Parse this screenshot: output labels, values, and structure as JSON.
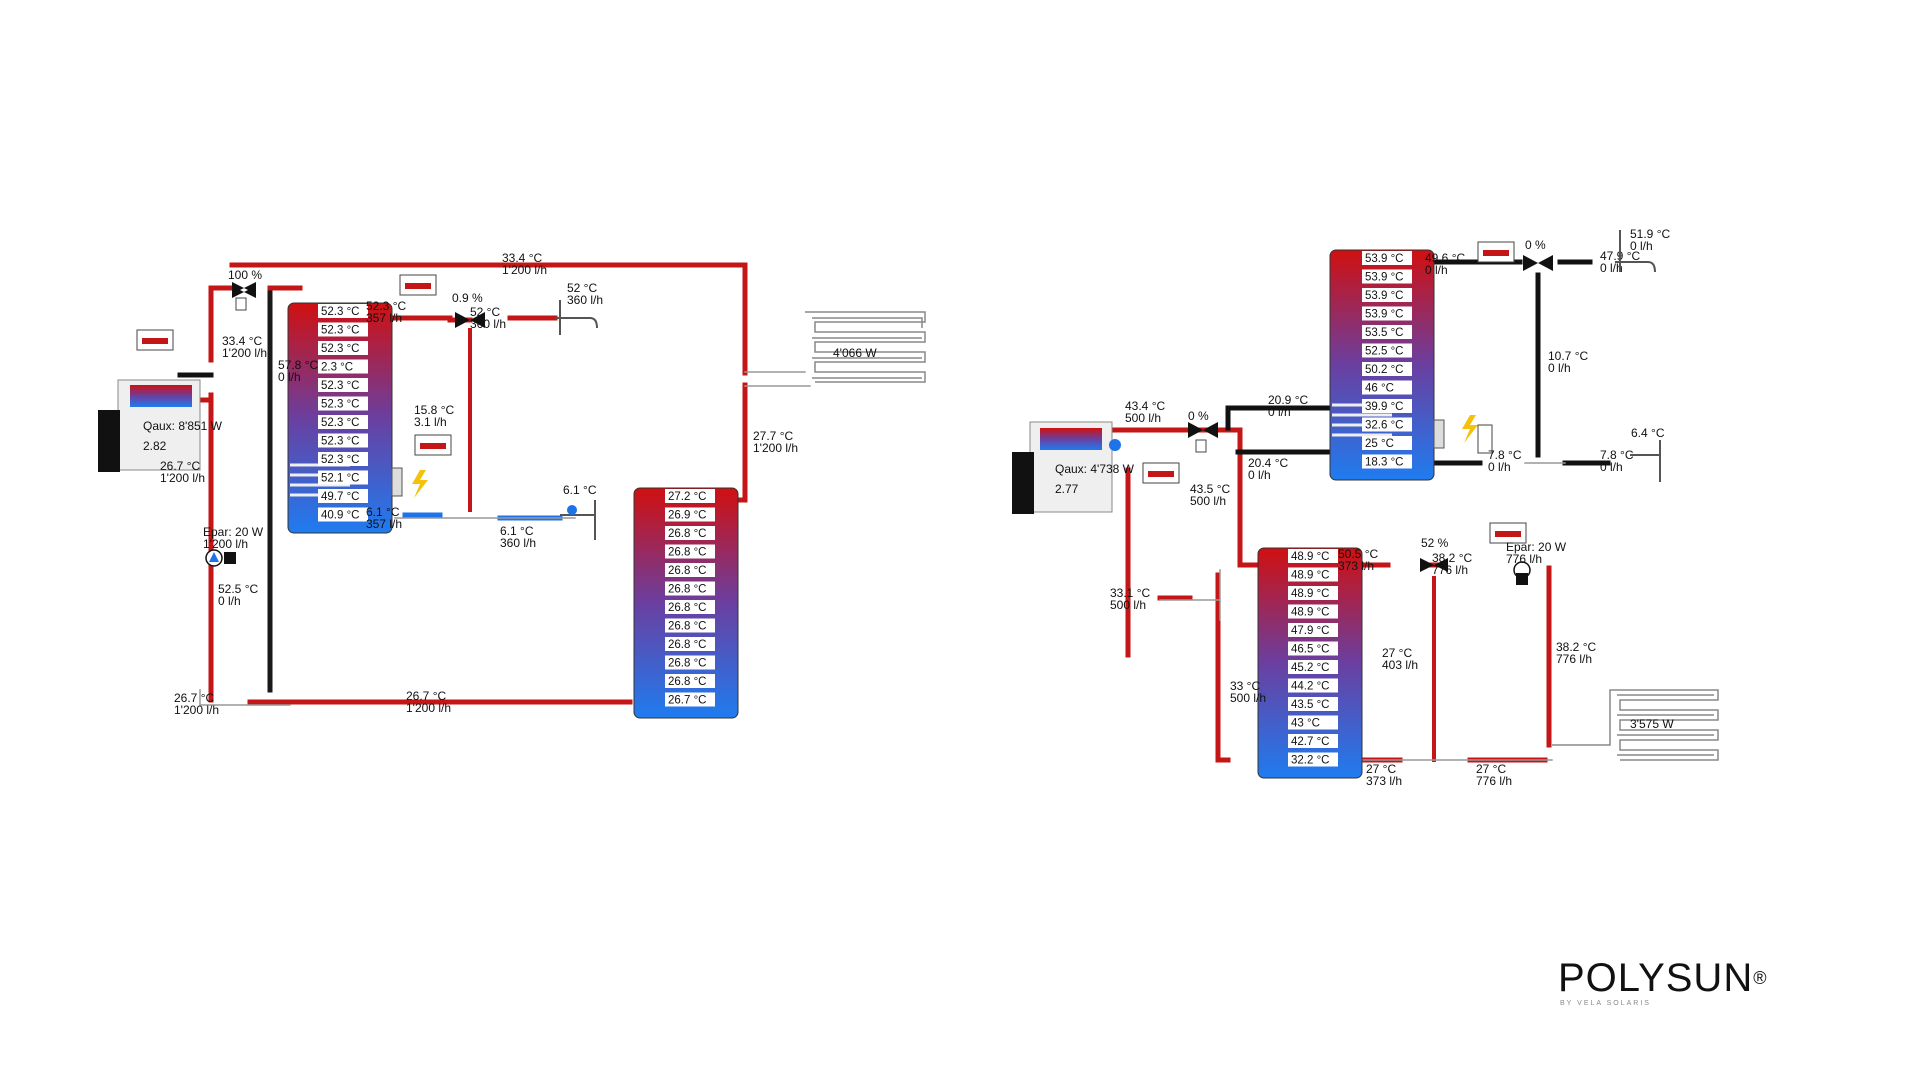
{
  "brand": {
    "name": "POLYSUN",
    "reg": "®",
    "tagline": "BY VELA SOLARIS"
  },
  "system_left": {
    "heat_pump": {
      "qaux": "Qaux: 8'851 W",
      "cop": "2.82",
      "supply_t": "33.4 °C",
      "supply_f": "1'200 l/h",
      "return_t": "26.7 °C",
      "return_f": "1'200 l/h"
    },
    "top_valve_pct": "100 %",
    "top_pipe": {
      "t": "33.4 °C",
      "f": "1'200 l/h"
    },
    "dhw_tank_layers": [
      "52.3 °C",
      "52.3 °C",
      "52.3 °C",
      "2.3 °C",
      "52.3 °C",
      "52.3 °C",
      "52.3 °C",
      "52.3 °C",
      "52.3 °C",
      "52.1 °C",
      "49.7 °C",
      "40.9 °C"
    ],
    "dhw_out": {
      "t": "52.3 °C",
      "f": "357 l/h"
    },
    "dhw_in": {
      "t": "57.8 °C",
      "f": "0 l/h"
    },
    "mixer_pct": "0.9 %",
    "mixer_out": {
      "t": "52 °C",
      "f": "360 l/h"
    },
    "tap": {
      "t": "52 °C",
      "f": "360 l/h"
    },
    "cold_branch": {
      "t": "15.8 °C",
      "f": "3.1 l/h"
    },
    "cold_out": {
      "t": "6.1 °C",
      "f": "357 l/h"
    },
    "cold_main": {
      "t": "6.1 °C",
      "f": "360 l/h"
    },
    "cold_source_t": "6.1 °C",
    "pump": {
      "epar": "Epar: 20 W",
      "f": "1'200 l/h"
    },
    "pump_below": {
      "t": "52.5 °C",
      "f": "0 l/h"
    },
    "bottom_left": {
      "t": "26.7 °C",
      "f": "1'200 l/h"
    },
    "bottom_pipe": {
      "t": "26.7 °C",
      "f": "1'200 l/h"
    },
    "floor_heating": "4'066 W",
    "buffer_return": {
      "t": "27.7 °C",
      "f": "1'200 l/h"
    },
    "buffer_tank_layers": [
      "27.2 °C",
      "26.9 °C",
      "26.8 °C",
      "26.8 °C",
      "26.8 °C",
      "26.8 °C",
      "26.8 °C",
      "26.8 °C",
      "26.8 °C",
      "26.8 °C",
      "26.8 °C",
      "26.7 °C"
    ]
  },
  "system_right": {
    "heat_pump": {
      "qaux": "Qaux: 4'738 W",
      "cop": "2.77",
      "supply_t": "43.4 °C",
      "supply_f": "500 l/h"
    },
    "valve_pct": "0 %",
    "hp_return": {
      "t": "33.1 °C",
      "f": "500 l/h"
    },
    "down_pipe": {
      "t": "43.5 °C",
      "f": "500 l/h"
    },
    "coil_in": {
      "t": "20.9 °C",
      "f": "0 l/h"
    },
    "coil_out": {
      "t": "20.4 °C",
      "f": "0 l/h"
    },
    "dhw_tank_layers": [
      "53.9 °C",
      "53.9 °C",
      "53.9 °C",
      "53.9 °C",
      "53.5 °C",
      "52.5 °C",
      "50.2 °C",
      "46 °C",
      "39.9 °C",
      "32.6 °C",
      "25 °C",
      "18.3 °C"
    ],
    "dhw_out": {
      "t": "49.6 °C",
      "f": "0 l/h"
    },
    "mixer_pct": "0 %",
    "tap_hot": {
      "t": "51.9 °C",
      "f": "0 l/h"
    },
    "tap_mix": {
      "t": "47.9 °C",
      "f": "0 l/h"
    },
    "cold_vertical": {
      "t": "10.7 °C",
      "f": "0 l/h"
    },
    "cold_in": {
      "t": "7.8 °C",
      "f": "0 l/h"
    },
    "cold_main": {
      "t": "7.8 °C",
      "f": "0 l/h"
    },
    "cold_source_t": "6.4 °C",
    "buffer_tank_layers": [
      "48.9 °C",
      "48.9 °C",
      "48.9 °C",
      "48.9 °C",
      "47.9 °C",
      "46.5 °C",
      "45.2 °C",
      "44.2 °C",
      "43.5 °C",
      "43 °C",
      "42.7 °C",
      "32.2 °C"
    ],
    "buffer_out": {
      "t": "50.5 °C",
      "f": "373 l/h"
    },
    "buffer_left": {
      "t": "33 °C",
      "f": "500 l/h"
    },
    "mix2_pct": "52 %",
    "mix2_out": {
      "t": "38.2 °C",
      "f": "776 l/h"
    },
    "pump": {
      "epar": "Epar: 20 W",
      "f": "776 l/h"
    },
    "bypass": {
      "t": "27 °C",
      "f": "403 l/h"
    },
    "floor_supply": {
      "t": "38.2 °C",
      "f": "776 l/h"
    },
    "floor_heating": "3'575 W",
    "bottom_a": {
      "t": "27 °C",
      "f": "373 l/h"
    },
    "bottom_b": {
      "t": "27 °C",
      "f": "776 l/h"
    }
  },
  "colors": {
    "hot": "#c41616",
    "cold": "#1e73e8",
    "neutral": "#111111",
    "pipe_cold": "#1a1a1a"
  }
}
